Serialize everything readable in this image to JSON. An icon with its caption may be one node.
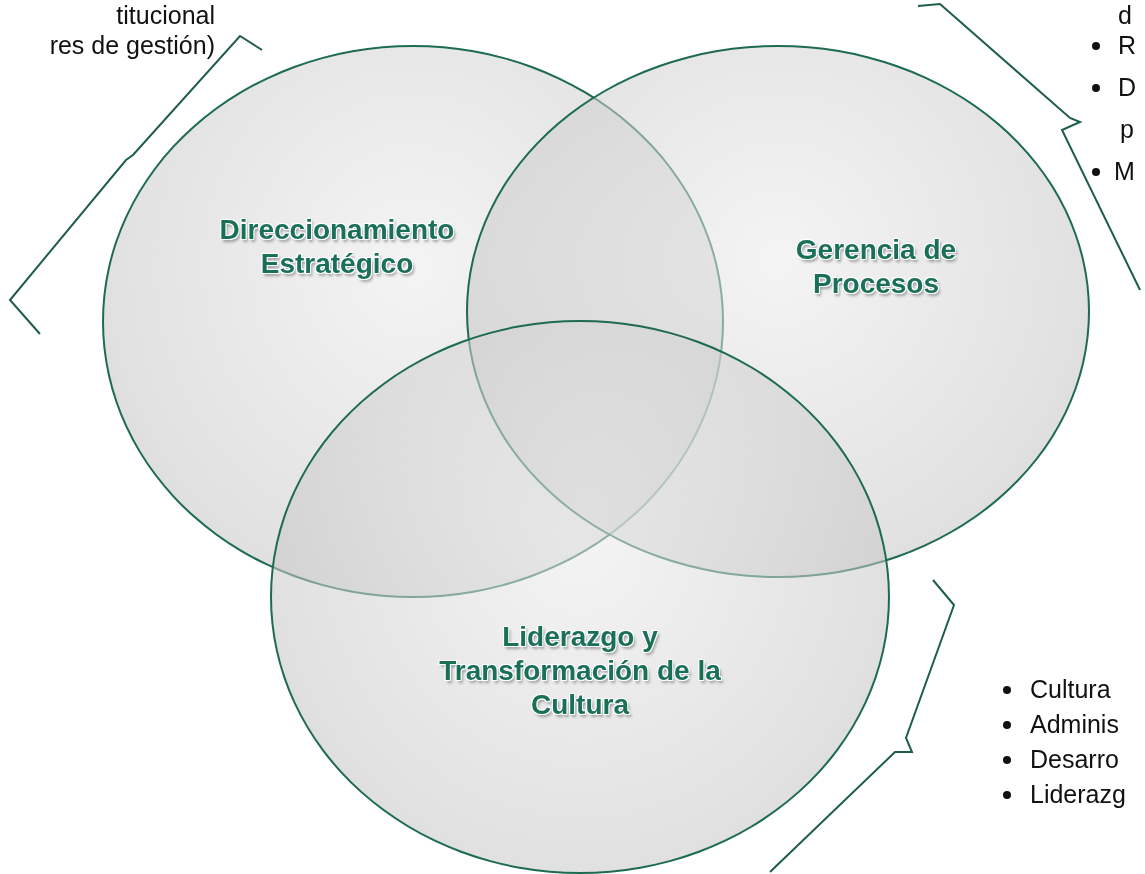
{
  "diagram": {
    "nodes": [
      {
        "text": [
          "Direccionamiento Estratégico"
        ]
      },
      {
        "text": [
          "Gerencia de Procesos"
        ]
      },
      {
        "text": [
          "Liderazgo y Transformación de la Cultura"
        ]
      }
    ],
    "labels": [
      "titucional",
      "res de gestión)",
      "d",
      "R",
      "D",
      "p",
      "M",
      "Cultura",
      "Adminis",
      "Desarro",
      "Liderazg"
    ]
  }
}
